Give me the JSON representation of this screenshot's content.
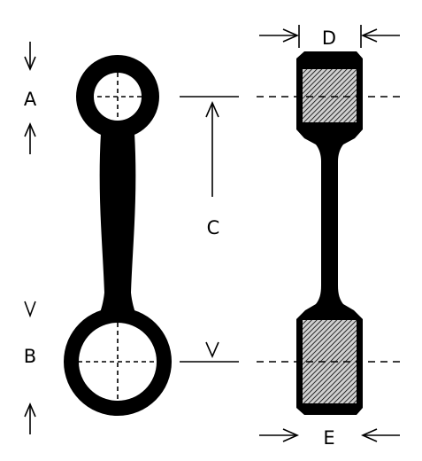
{
  "labels": {
    "a": "A",
    "b": "B",
    "c": "C",
    "d": "D",
    "e": "E"
  },
  "colors": {
    "ink": "#000000",
    "paper": "#ffffff",
    "hatch_background": "#d0d0d0"
  },
  "icons": {
    "dimension_arrow": "open-chevron-arrow"
  }
}
